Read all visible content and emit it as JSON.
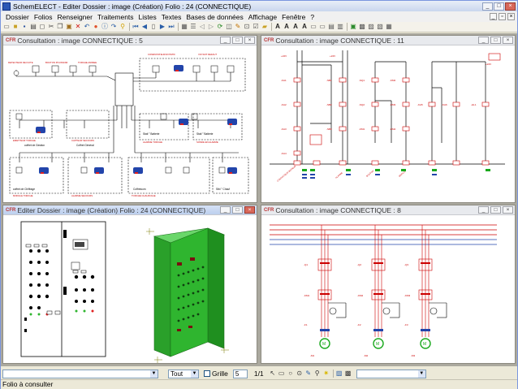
{
  "app": {
    "title": "SchemELECT - Editer  Dossier : image  (Création)  Folio : 24  (CONNECTIQUE)"
  },
  "menu": [
    "Dossier",
    "Folios",
    "Renseigner",
    "Traitements",
    "Listes",
    "Textes",
    "Bases de données",
    "Affichage",
    "Fenêtre",
    "?"
  ],
  "windows": {
    "w1": {
      "title": "Consultation : image  CONNECTIQUE : 5",
      "icon_label": "CFR"
    },
    "w2": {
      "title": "Consultation : image  CONNECTIQUE : 11",
      "icon_label": "CFR"
    },
    "w3": {
      "title": "Editer  Dossier : image  (Création)  Folio : 24  (CONNECTIQUE)",
      "icon_label": "CFR"
    },
    "w4": {
      "title": "Consultation : image  CONNECTIQUE : 8",
      "icon_label": "CFR"
    }
  },
  "diagram_labels": {
    "w1_box1": "coffret de Gestion",
    "w1_box2": "Coffret Général",
    "w1_box3": "Stati ° Batterie",
    "w1_box4": "Stati ° Batterie",
    "w1_box5": "coffret de Chiffrage",
    "w1_box6": "Coffretcom",
    "w1_box7": "Stbi ° Chauf"
  },
  "bottom": {
    "combo1_value": "",
    "combo2_value": "Tout",
    "grille_label": "Grille",
    "grille_value": "5",
    "page_indicator": "1/1"
  },
  "status": {
    "text": "Folio à consulter"
  },
  "colors": {
    "schematic_red": "#cc0000",
    "cabinet_green": "#2fb52f",
    "ground_green": "#19a81c"
  }
}
